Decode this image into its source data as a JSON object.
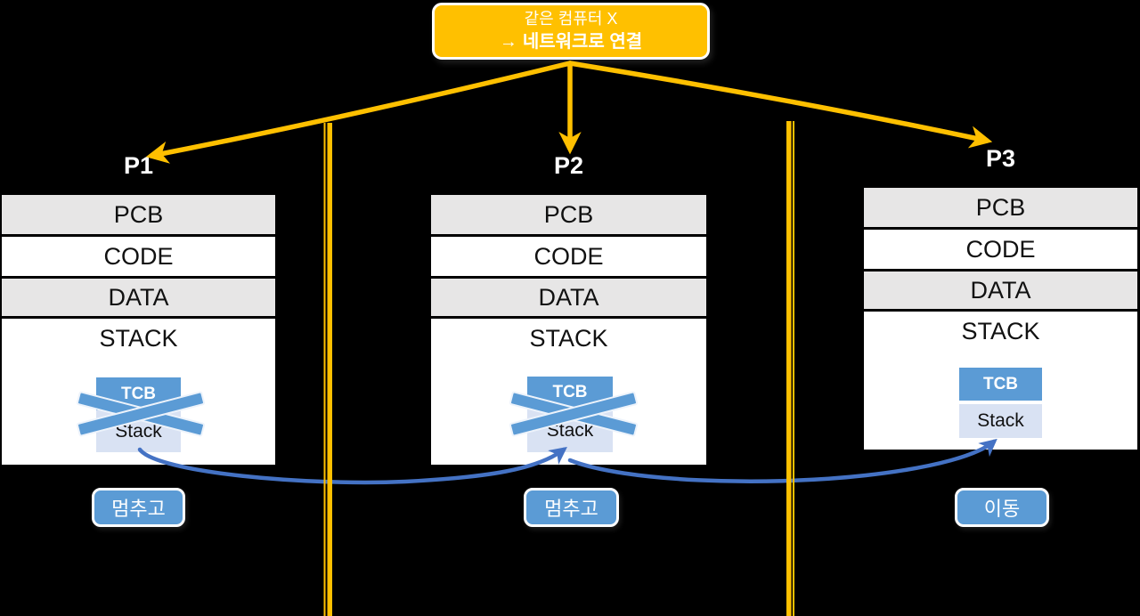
{
  "title_box": {
    "line1": "같은 컴퓨터 X",
    "line2_arrow": "→",
    "line2_text": "네트워크로 연결"
  },
  "processes": [
    {
      "label": "P1",
      "rows": [
        "PCB",
        "CODE",
        "DATA",
        "STACK"
      ],
      "tcb_label": "TCB",
      "stack_label": "Stack",
      "crossed_out": true,
      "action": "멈추고"
    },
    {
      "label": "P2",
      "rows": [
        "PCB",
        "CODE",
        "DATA",
        "STACK"
      ],
      "tcb_label": "TCB",
      "stack_label": "Stack",
      "crossed_out": true,
      "action": "멈추고"
    },
    {
      "label": "P3",
      "rows": [
        "PCB",
        "CODE",
        "DATA",
        "STACK"
      ],
      "tcb_label": "TCB",
      "stack_label": "Stack",
      "crossed_out": false,
      "action": "이동"
    }
  ],
  "colors": {
    "accent_yellow": "#FFC000",
    "box_blue": "#5B9BD5",
    "arrow_blue": "#4472C4",
    "stack_light_blue": "#D9E2F3",
    "row_gray": "#E7E6E6",
    "background": "#000000"
  }
}
